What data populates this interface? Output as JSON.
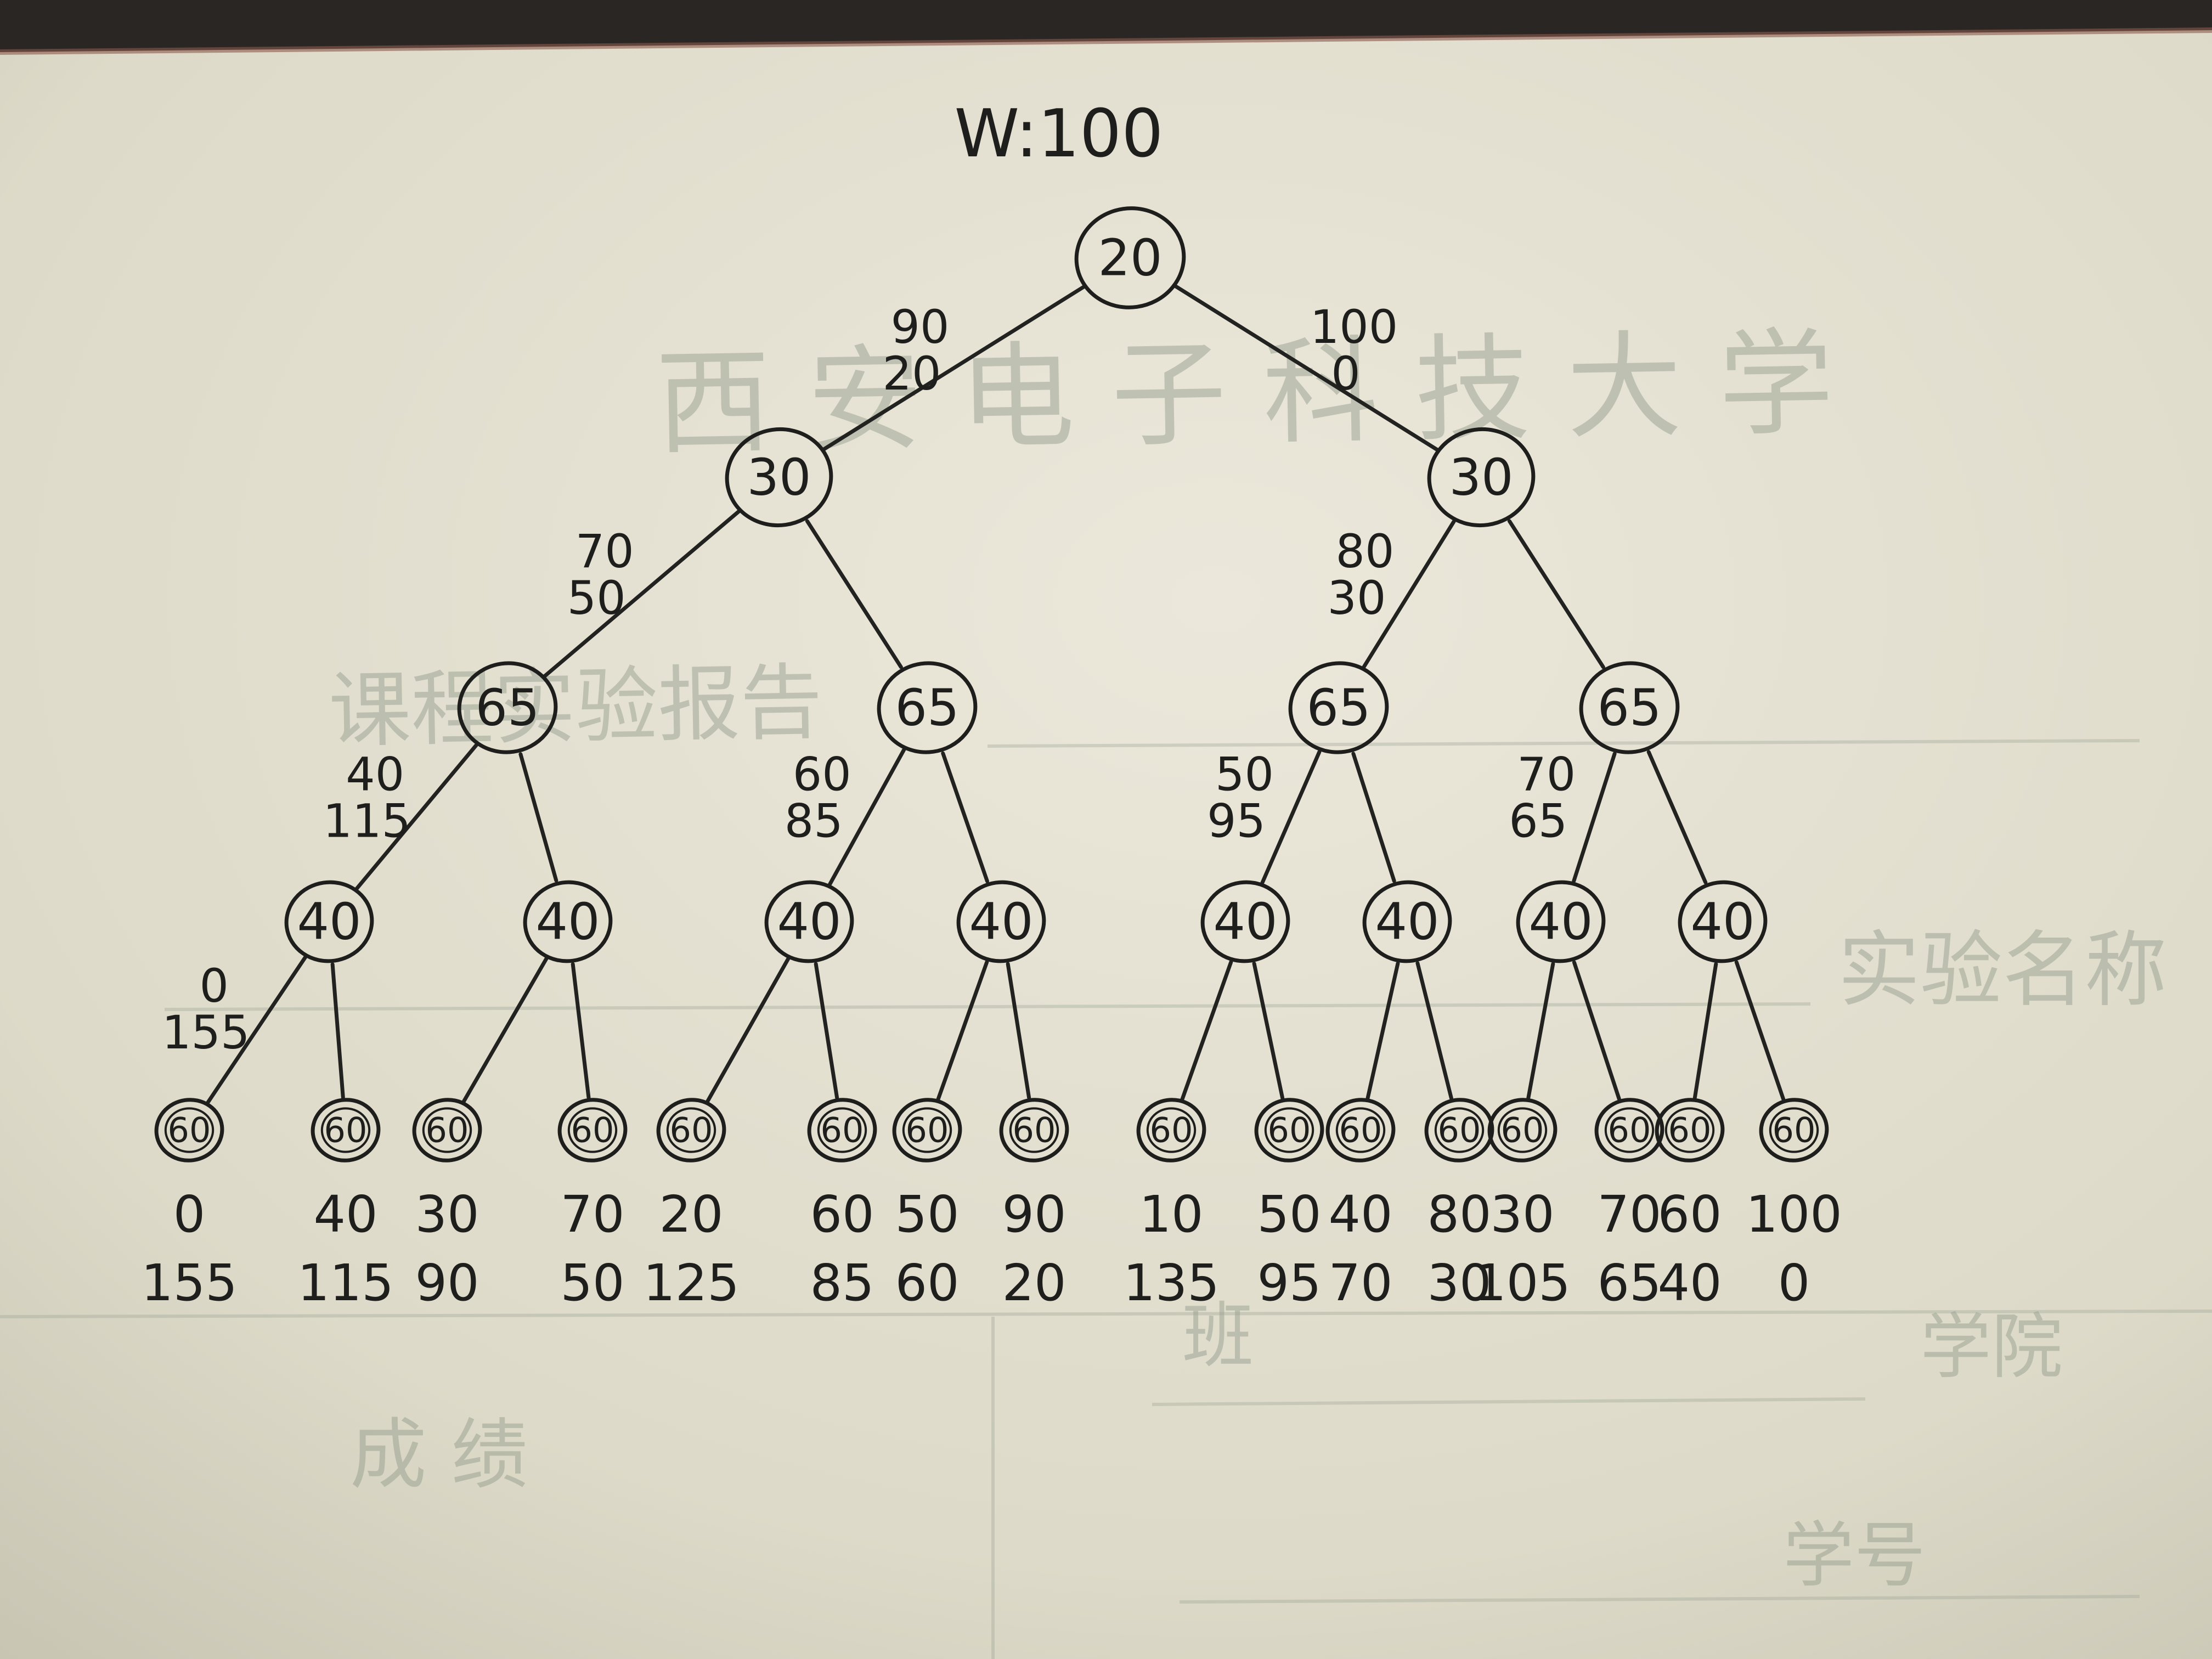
{
  "title": "W:100",
  "watermark": {
    "university": "西 安 电 子 科 技 大 学",
    "report": "课程实验报告",
    "experiment_name": "实验名称",
    "college": "学院",
    "class": "班",
    "score": "成 绩",
    "student_id": "学号"
  },
  "tree": {
    "root": {
      "label": "20"
    },
    "level1": [
      {
        "label": "30",
        "edge_top": "90",
        "edge_bottom": "20"
      },
      {
        "label": "30",
        "edge_top": "100",
        "edge_bottom": "0"
      }
    ],
    "level2": [
      {
        "label": "65",
        "edge_top": "70",
        "edge_bottom": "50"
      },
      {
        "label": "65",
        "edge_top": "",
        "edge_bottom": ""
      },
      {
        "label": "65",
        "edge_top": "80",
        "edge_bottom": "30"
      },
      {
        "label": "65",
        "edge_top": "",
        "edge_bottom": ""
      }
    ],
    "level3": [
      {
        "label": "40",
        "edge_top": "40",
        "edge_bottom": "115"
      },
      {
        "label": "40",
        "edge_top": "",
        "edge_bottom": ""
      },
      {
        "label": "40",
        "edge_top": "60",
        "edge_bottom": "85"
      },
      {
        "label": "40",
        "edge_top": "",
        "edge_bottom": ""
      },
      {
        "label": "40",
        "edge_top": "50",
        "edge_bottom": "95"
      },
      {
        "label": "40",
        "edge_top": "",
        "edge_bottom": ""
      },
      {
        "label": "40",
        "edge_top": "70",
        "edge_bottom": "65"
      },
      {
        "label": "40",
        "edge_top": "",
        "edge_bottom": ""
      }
    ],
    "leaves": [
      {
        "label": "60",
        "edge_top": "0",
        "edge_bottom": "155",
        "top": "0",
        "bottom": "155"
      },
      {
        "label": "60",
        "edge_top": "",
        "edge_bottom": "",
        "top": "40",
        "bottom": "115"
      },
      {
        "label": "60",
        "edge_top": "",
        "edge_bottom": "",
        "top": "30",
        "bottom": "90"
      },
      {
        "label": "60",
        "edge_top": "",
        "edge_bottom": "",
        "top": "70",
        "bottom": "50"
      },
      {
        "label": "60",
        "edge_top": "",
        "edge_bottom": "",
        "top": "20",
        "bottom": "125"
      },
      {
        "label": "60",
        "edge_top": "",
        "edge_bottom": "",
        "top": "60",
        "bottom": "85"
      },
      {
        "label": "60",
        "edge_top": "",
        "edge_bottom": "",
        "top": "50",
        "bottom": "60"
      },
      {
        "label": "60",
        "edge_top": "",
        "edge_bottom": "",
        "top": "90",
        "bottom": "20"
      },
      {
        "label": "60",
        "edge_top": "",
        "edge_bottom": "",
        "top": "10",
        "bottom": "135"
      },
      {
        "label": "60",
        "edge_top": "",
        "edge_bottom": "",
        "top": "50",
        "bottom": "95"
      },
      {
        "label": "60",
        "edge_top": "",
        "edge_bottom": "",
        "top": "40",
        "bottom": "70"
      },
      {
        "label": "60",
        "edge_top": "",
        "edge_bottom": "",
        "top": "80",
        "bottom": "30"
      },
      {
        "label": "60",
        "edge_top": "",
        "edge_bottom": "",
        "top": "30",
        "bottom": "105"
      },
      {
        "label": "60",
        "edge_top": "",
        "edge_bottom": "",
        "top": "70",
        "bottom": "65"
      },
      {
        "label": "60",
        "edge_top": "",
        "edge_bottom": "",
        "top": "60",
        "bottom": "40"
      },
      {
        "label": "60",
        "edge_top": "",
        "edge_bottom": "",
        "top": "100",
        "bottom": "0"
      }
    ]
  },
  "colors": {
    "paper": "#e6e1d3",
    "ink": "#1e1e1c",
    "watermark": "#8f9a89",
    "background": "#2a2624"
  }
}
